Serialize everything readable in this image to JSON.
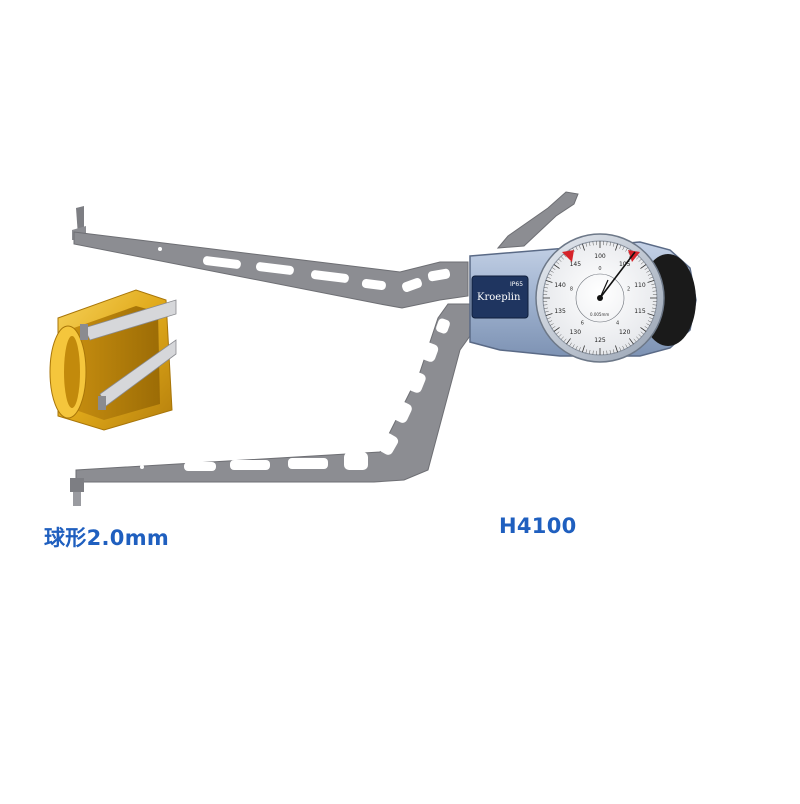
{
  "product": {
    "brand": "Kroeplin",
    "model_label": "H4100",
    "ip_rating": "IP65",
    "tip_label": "球形2.0mm"
  },
  "dial": {
    "outer_numbers": [
      "100",
      "105",
      "110",
      "115",
      "120",
      "125",
      "130",
      "135",
      "140",
      "145"
    ],
    "inner_numbers": [
      "0",
      "2",
      "4",
      "6",
      "8"
    ],
    "resolution": "0.005mm",
    "unit": "mm"
  },
  "colors": {
    "caption": "#1f5fbf",
    "frame": "#8c8d92",
    "housing": "#9fb2cf",
    "label_plate": "#1f3560",
    "ring_workpiece": "#e0a91a",
    "limit_marker": "#d6232a"
  }
}
